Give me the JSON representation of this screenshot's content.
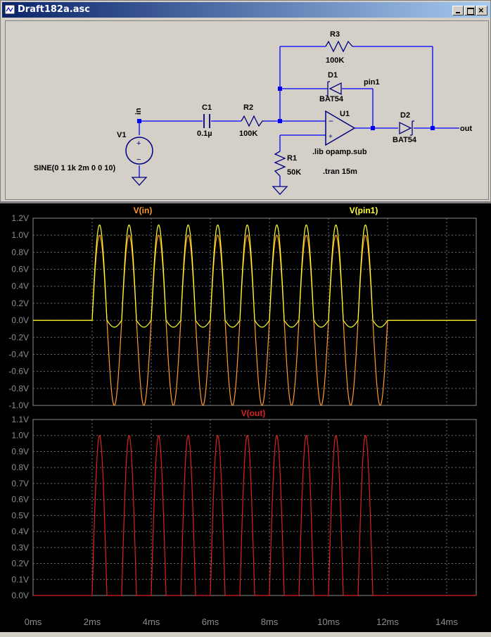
{
  "window": {
    "title": "Draft182a.asc"
  },
  "schematic": {
    "labels": {
      "in": "in",
      "V1": "V1",
      "sine": "SINE(0 1 1k 2m 0 0 10)",
      "C1": "C1",
      "C1v": "0.1µ",
      "R2": "R2",
      "R2v": "100K",
      "R3": "R3",
      "R3v": "100K",
      "D1": "D1",
      "D1v": "BAT54",
      "pin1": "pin1",
      "U1": "U1",
      "lib": ".lib opamp.sub",
      "tran": ".tran 15m",
      "D2": "D2",
      "D2v": "BAT54",
      "out": "out",
      "R1": "R1",
      "R1v": "50K",
      "plus": "+",
      "minus": "−"
    }
  },
  "chart_data": [
    {
      "type": "line",
      "series": [
        {
          "name": "V(in)",
          "color": "#ff9b29",
          "description": "sine 1 kHz, amplitude 1 V, delay 2 ms, 10 cycles"
        },
        {
          "name": "V(pin1)",
          "color": "#ffff2e",
          "description": "rectified positive half, peak ~1.12 V"
        }
      ],
      "yticks": [
        "1.2V",
        "1.0V",
        "0.8V",
        "0.6V",
        "0.4V",
        "0.2V",
        "0.0V",
        "-0.2V",
        "-0.4V",
        "-0.6V",
        "-0.8V",
        "-1.0V"
      ],
      "ylim": [
        -1.0,
        1.2
      ],
      "xlim": [
        0,
        15
      ],
      "grid": true
    },
    {
      "type": "line",
      "series": [
        {
          "name": "V(out)",
          "color": "#e02020",
          "description": "half-wave rectified, peak 1.0 V"
        }
      ],
      "yticks": [
        "1.1V",
        "1.0V",
        "0.9V",
        "0.8V",
        "0.7V",
        "0.6V",
        "0.5V",
        "0.4V",
        "0.3V",
        "0.2V",
        "0.1V",
        "0.0V"
      ],
      "ylim": [
        0.0,
        1.1
      ],
      "xlim": [
        0,
        15
      ],
      "xticks": [
        "0ms",
        "2ms",
        "4ms",
        "6ms",
        "8ms",
        "10ms",
        "12ms",
        "14ms"
      ],
      "grid": true
    }
  ]
}
